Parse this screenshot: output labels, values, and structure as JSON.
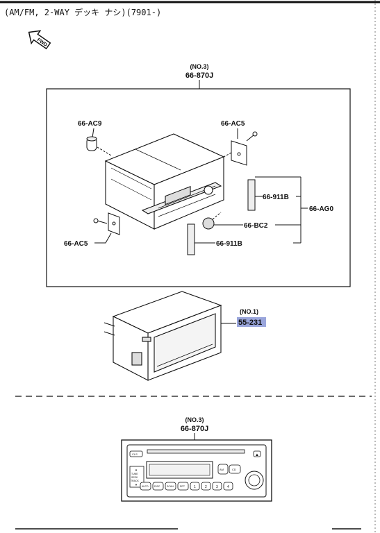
{
  "header": {
    "title": "(AM/FM, 2-WAY  デッキ  ナシ)(7901-)"
  },
  "direction_arrow": {
    "label": "FWD"
  },
  "assembly_main": {
    "no_tag": "(NO.3)",
    "part_number": "66-870J"
  },
  "parts": {
    "ac9": "66-AC9",
    "ac5_top": "66-AC5",
    "ac5_bottom": "66-AC5",
    "b911_upper": "66-911B",
    "b911_lower": "66-911B",
    "bc2": "66-BC2",
    "ag0": "66-AG0"
  },
  "assembly_bracket": {
    "no_tag": "(NO.1)",
    "part_number": "55-231",
    "highlight_color": "#9aa6dc"
  },
  "assembly_front": {
    "no_tag": "(NO.3)",
    "part_number": "66-870J",
    "buttons": {
      "tune_up": "▲",
      "tune": "TUNE",
      "seek": "SEEK",
      "track": "TRACK",
      "tune_down": "▼",
      "auto": "AUTO",
      "disc": "DISC",
      "scan": "SCAN",
      "rpt": "RPT",
      "k1": "1",
      "k2": "2",
      "k3": "3",
      "k4": "4",
      "cd": "CD",
      "am": "AM",
      "cls": "CLS",
      "eject": "▲"
    }
  }
}
